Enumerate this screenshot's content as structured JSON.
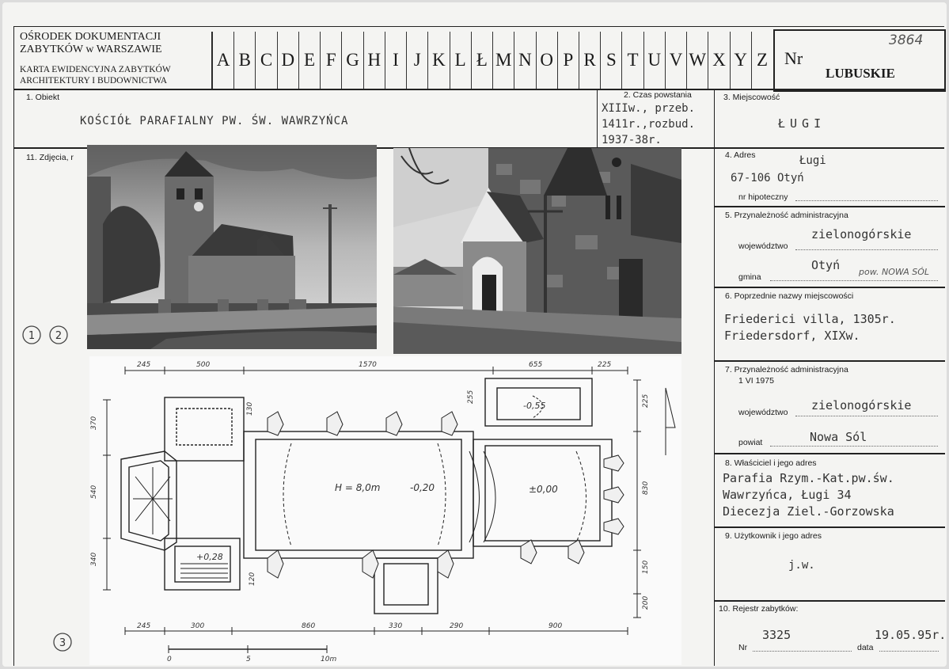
{
  "header": {
    "institution_line1": "OŚRODEK DOKUMENTACJI",
    "institution_line2": "ZABYTKÓW w WARSZAWIE",
    "card_line1": "KARTA EWIDENCYJNA ZABYTKÓW",
    "card_line2": "ARCHITEKTURY I BUDOWNICTWA",
    "letters": [
      "A",
      "B",
      "C",
      "D",
      "E",
      "F",
      "G",
      "H",
      "I",
      "J",
      "K",
      "L",
      "Ł",
      "M",
      "N",
      "O",
      "P",
      "R",
      "S",
      "T",
      "U",
      "V",
      "W",
      "X",
      "Y",
      "Z"
    ],
    "nr_label": "Nr",
    "nr_value": "3864",
    "region": "LUBUSKIE"
  },
  "fields": {
    "obiekt_label": "1. Obiekt",
    "obiekt_value": "KOŚCIÓŁ PARAFIALNY PW. ŚW. WAWRZYŃCA",
    "czas_label": "2. Czas powstania",
    "czas_line1": "XIIIw., przeb.",
    "czas_line2": "1411r.,rozbud.",
    "czas_line3": "1937-38r.",
    "miejscowosc_label": "3. Miejscowość",
    "miejscowosc_value": "ŁUGI",
    "zdjecia_label": "11. Zdjęcia, r",
    "adres_label": "4. Adres",
    "adres_line1": "Ługi",
    "adres_line2": "67-106 Otyń",
    "hipoteczny_label": "nr hipoteczny",
    "przyn1_label": "5. Przynależność administracyjna",
    "woj_label": "województwo",
    "woj1_value": "zielonogórskie",
    "gmina_label": "gmina",
    "gmina_value": "Otyń",
    "gmina_note": "pow. NOWA SÓL",
    "poprz_label": "6. Poprzednie nazwy miejscowości",
    "poprz_line1": "Friederici villa, 1305r.",
    "poprz_line2": "Friedersdorf, XIXw.",
    "przyn2_label": "7. Przynależność administracyjna",
    "przyn2_date": "1 VI 1975",
    "woj2_value": "zielonogórskie",
    "powiat_label": "powiat",
    "powiat_value": "Nowa Sól",
    "wlasciciel_label": "8. Właściciel i jego adres",
    "wlasciciel_line1": "Parafia Rzym.-Kat.pw.św.",
    "wlasciciel_line2": "Wawrzyńca, Ługi 34",
    "wlasciciel_line3": "Diecezja Ziel.-Gorzowska",
    "uzytkownik_label": "9. Użytkownik i jego adres",
    "uzytkownik_value": "j.w.",
    "rejestr_label": "10. Rejestr zabytków:",
    "rejestr_nr": "3325",
    "rejestr_data": "19.05.95r.",
    "nr_small_label": "Nr",
    "data_label": "data"
  },
  "markers": [
    "1",
    "2",
    "3"
  ],
  "plan": {
    "top_dims": [
      "245",
      "500",
      "1570",
      "655",
      "225"
    ],
    "bottom_dims": [
      "245",
      "300",
      "860",
      "330",
      "290",
      "900"
    ],
    "left_dims": [
      "370",
      "540",
      "340"
    ],
    "right_dims": [
      "225",
      "830",
      "150",
      "200"
    ],
    "inner_top_dims": [
      "130",
      "255"
    ],
    "inner_left_dim": "120",
    "height_label": "H = 8,0m",
    "level_nave": "-0,20",
    "level_chancel": "±0,00",
    "level_sacristy": "-0,55",
    "level_tower": "+0,28",
    "scale": [
      "0",
      "5",
      "10m"
    ]
  }
}
